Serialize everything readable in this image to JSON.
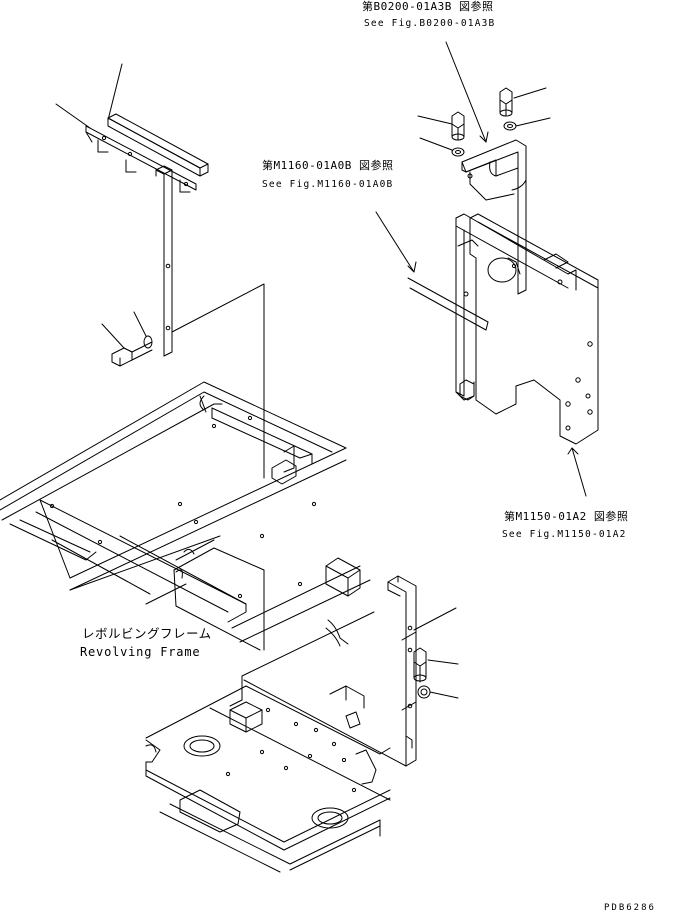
{
  "references": {
    "b0200": {
      "jp": "第B0200-01A3B 図参照",
      "en": "See Fig.B0200-01A3B"
    },
    "m1160": {
      "jp": "第M1160-01A0B 図参照",
      "en": "See Fig.M1160-01A0B"
    },
    "m1150": {
      "jp": "第M1150-01A2 図参照",
      "en": "See Fig.M1150-01A2"
    }
  },
  "frame_label": {
    "jp": "レボルビングフレーム",
    "en": "Revolving Frame"
  },
  "drawing_code": "PDB6286",
  "colors": {
    "ink": "#000000",
    "paper": "#ffffff"
  }
}
